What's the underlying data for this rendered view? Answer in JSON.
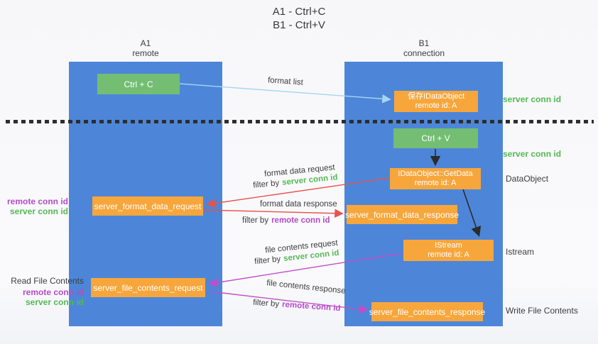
{
  "title": {
    "line1": "A1 - Ctrl+C",
    "line2": "B1 - Ctrl+V"
  },
  "columns": {
    "a1": {
      "name": "A1",
      "subtitle": "remote"
    },
    "b1": {
      "name": "B1",
      "subtitle": "connection"
    }
  },
  "nodes": {
    "ctrl_c": {
      "label": "Ctrl + C"
    },
    "ctrl_v": {
      "label": "Ctrl + V"
    },
    "save_idataobject": {
      "line1": "保存IDataObject",
      "line2": "remote id: A"
    },
    "getdata": {
      "line1": "IDataObject::GetData",
      "line2": "remote id: A"
    },
    "istream": {
      "line1": "IStream",
      "line2": "remote id: A"
    },
    "format_data_request": {
      "label": "server_format_data_request"
    },
    "format_data_response": {
      "label": "server_format_data_response"
    },
    "file_contents_request": {
      "label": "server_file_contents_request"
    },
    "file_contents_response": {
      "label": "server_file_contents_response"
    }
  },
  "flow_labels": {
    "format_list": "format list",
    "format_data_request": "format data request",
    "format_data_response": "format data response",
    "file_contents_request": "file contents request",
    "file_contents_response": "file contents response",
    "filter_by": "filter by",
    "server_conn_id": "server conn id",
    "remote_conn_id": "remote conn id"
  },
  "side_labels": {
    "server_conn_id_top": "server conn id",
    "server_conn_id_mid": "server conn id",
    "dataobject": "DataObject",
    "istream": "Istream",
    "write_file_contents": "Write File Contents",
    "read_file_contents": "Read File Contents",
    "remote_conn_id_left1": "remote conn id",
    "server_conn_id_left1": "server conn id",
    "remote_conn_id_left2": "remote conn id",
    "server_conn_id_left2": "server conn id"
  },
  "colors": {
    "lifeline_blue": "#4d86d8",
    "action_green": "#73be73",
    "node_orange": "#f7a63c",
    "arrow_red": "#e8524d",
    "arrow_magenta": "#c04ec9",
    "arrow_lightblue": "#a5d5f2",
    "arrow_black": "#2b2b2b",
    "text_green": "#53b953",
    "text_purple": "#b44bc8",
    "text_dark": "#3d3d3d"
  }
}
